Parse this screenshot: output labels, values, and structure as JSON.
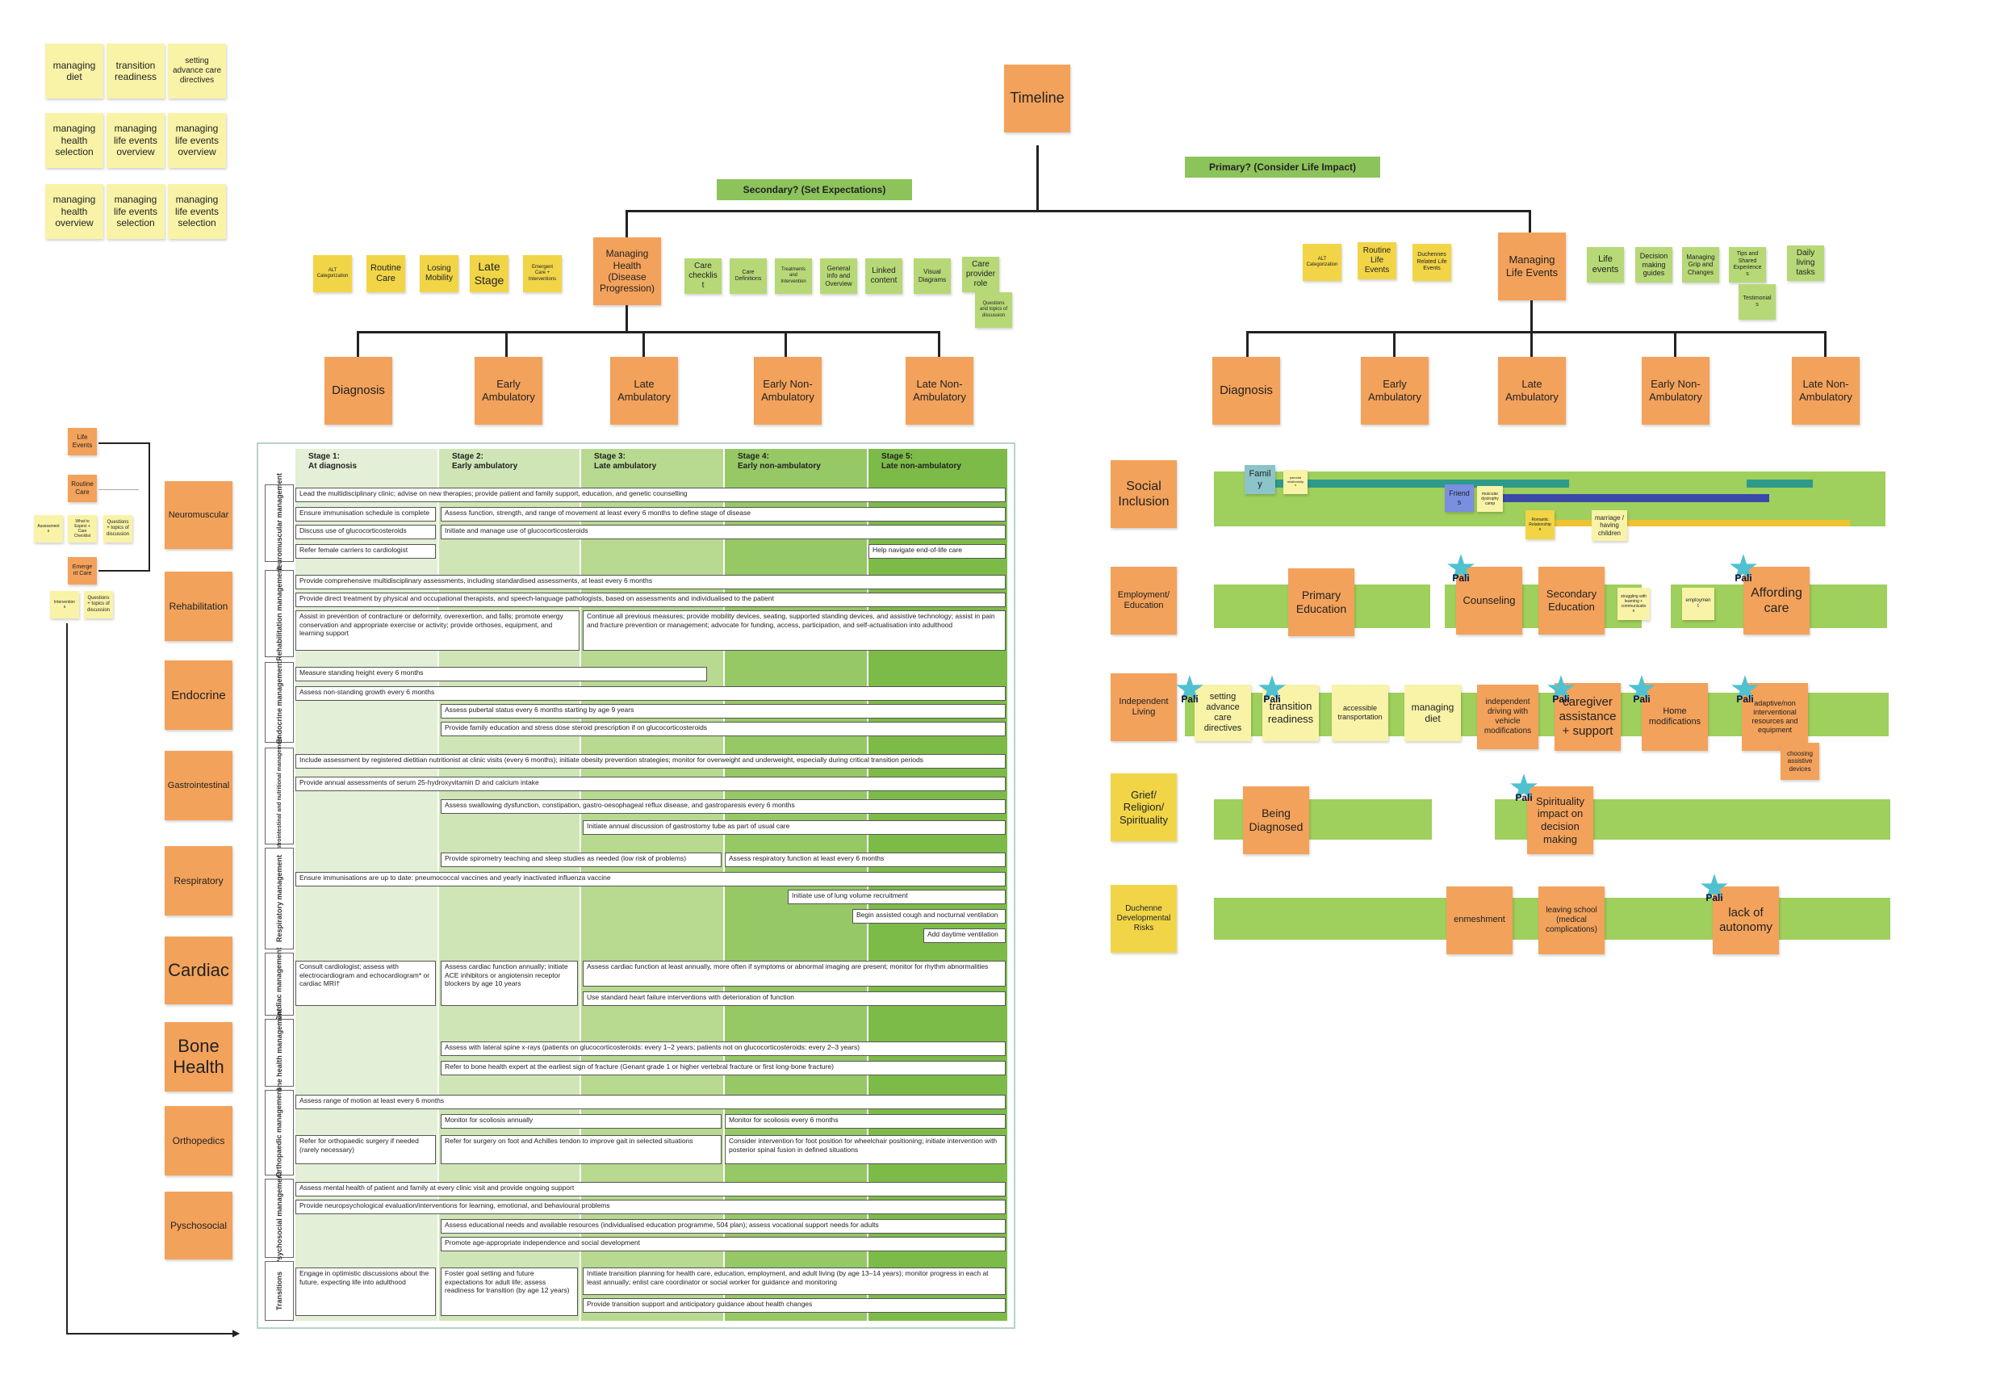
{
  "colors": {
    "sticky_yellow": "#f9f3a8",
    "sticky_gold": "#f1d547",
    "sticky_orange": "#f3a25b",
    "sticky_green": "#b7d877",
    "band_green": "#9fcf5c",
    "star_teal": "#4fc1d1"
  },
  "topleft": [
    "managing diet",
    "transition readiness",
    "setting advance care directives",
    "managing health selection",
    "managing life events overview",
    "managing life events overview",
    "managing health overview",
    "managing life events selection",
    "managing life events selection"
  ],
  "timeline": {
    "title": "Timeline",
    "secondary": "Secondary? (Set Expectations)",
    "primary": "Primary? (Consider Life Impact)"
  },
  "health": {
    "hub": "Managing Health (Disease Progression)",
    "left_yellow": [
      "ALT Categorization",
      "Routine Care",
      "Losing Mobility",
      "Late Stage",
      "Emergent Care + Interventions"
    ],
    "right_green": [
      "Care checklist",
      "Care Definitions",
      "Treatments and Intervention",
      "General info and Overview",
      "Linked content",
      "Visual Diagrams",
      "Care provider role",
      "Questions and topics of discussion"
    ],
    "stages": [
      "Diagnosis",
      "Early Ambulatory",
      "Late Ambulatory",
      "Early Non-Ambulatory",
      "Late Non-Ambulatory"
    ]
  },
  "life": {
    "hub": "Managing Life Events",
    "left_yellow": [
      "ALT Categorization",
      "Routine Life Events",
      "Duchennes Related Life Events"
    ],
    "right_green": [
      "Life events",
      "Decision making guides",
      "Managing Grip and Changes",
      "Tips and Shared Experiences",
      "Daily living tasks",
      "Testimonials"
    ],
    "stages": [
      "Diagnosis",
      "Early Ambulatory",
      "Late Ambulatory",
      "Early Non-Ambulatory",
      "Late Non-Ambulatory"
    ]
  },
  "leftflow": {
    "life": "Life Events",
    "routine": "Routine Care",
    "emergent": "Emergent Care",
    "assess": "Assessments",
    "what": "What to Expect + Care Checklist",
    "questions": "Questions + topics of discussion",
    "interv": "Interventions",
    "questions2": "Questions + topics of discussion"
  },
  "categories": [
    "Neuromuscular",
    "Rehabilitation",
    "Endocrine",
    "Gastrointestinal",
    "Respiratory",
    "Cardiac",
    "Bone Health",
    "Orthopedics",
    "Pyschosocial"
  ],
  "table": {
    "stages": [
      {
        "n": "Stage 1:",
        "d": "At diagnosis"
      },
      {
        "n": "Stage 2:",
        "d": "Early ambulatory"
      },
      {
        "n": "Stage 3:",
        "d": "Late ambulatory"
      },
      {
        "n": "Stage 4:",
        "d": "Early non-ambulatory"
      },
      {
        "n": "Stage 5:",
        "d": "Late non-ambulatory"
      }
    ],
    "sections": [
      "Neuromuscular management",
      "Rehabilitation management",
      "Endocrine management",
      "Gastrointestinal and nutritional management",
      "Respiratory management",
      "Cardiac management",
      "Bone health management",
      "Orthopaedic management",
      "Psychosocial management",
      "Transitions"
    ],
    "cells": [
      "Lead the multidisciplinary clinic; advise on new therapies; provide patient and family support, education, and genetic counselling",
      "Ensure immunisation schedule is complete",
      "Assess function, strength, and range of movement at least every 6 months to define stage of disease",
      "Discuss use of glucocorticosteroids",
      "Initiate and manage use of glucocorticosteroids",
      "Refer female carriers to cardiologist",
      "Help navigate end-of-life care",
      "Provide comprehensive multidisciplinary assessments, including standardised assessments, at least every 6 months",
      "Provide direct treatment by physical and occupational therapists, and speech-language pathologists, based on assessments and individualised to the patient",
      "Assist in prevention of contracture or deformity, overexertion, and falls; promote energy conservation and appropriate exercise or activity; provide orthoses, equipment, and learning support",
      "Continue all previous measures; provide mobility devices, seating, supported standing devices, and assistive technology; assist in pain and fracture prevention or management; advocate for funding, access, participation, and self-actualisation into adulthood",
      "Measure standing height every 6 months",
      "Assess non-standing growth every 6 months",
      "Assess pubertal status every 6 months starting by age 9 years",
      "Provide family education and stress dose steroid prescription if on glucocorticosteroids",
      "Include assessment by registered dietitian nutritionist at clinic visits (every 6 months); initiate obesity prevention strategies; monitor for overweight and underweight, especially during critical transition periods",
      "Provide annual assessments of serum 25-hydroxyvitamin D and calcium intake",
      "Assess swallowing dysfunction, constipation, gastro-oesophageal reflux disease, and gastroparesis every 6 months",
      "Initiate annual discussion of gastrostomy tube as part of usual care",
      "Provide spirometry teaching and sleep studies as needed (low risk of problems)",
      "Assess respiratory function at least every 6 months",
      "Ensure immunisations are up to date: pneumococcal vaccines and yearly inactivated influenza vaccine",
      "Initiate use of lung volume recruitment",
      "Begin assisted cough and nocturnal ventilation",
      "Add daytime ventilation",
      "Consult cardiologist; assess with electrocardiogram and echocardiogram* or cardiac MRI†",
      "Assess cardiac function annually; initiate ACE inhibitors or angiotensin receptor blockers by age 10 years",
      "Assess cardiac function at least annually, more often if symptoms or abnormal imaging are present; monitor for rhythm abnormalities",
      "Use standard heart failure interventions with deterioration of function",
      "Assess with lateral spine x-rays (patients on glucocorticosteroids: every 1–2 years; patients not on glucocorticosteroids: every 2–3 years)",
      "Refer to bone health expert at the earliest sign of fracture (Genant grade 1 or higher vertebral fracture or first long-bone fracture)",
      "Assess range of motion at least every 6 months",
      "Monitor for scoliosis annually",
      "Monitor for scoliosis every 6 months",
      "Refer for orthopaedic surgery if needed (rarely necessary)",
      "Refer for surgery on foot and Achilles tendon to improve gait in selected situations",
      "Consider intervention for foot position for wheelchair positioning; initiate intervention with posterior spinal fusion in defined situations",
      "Assess mental health of patient and family at every clinic visit and provide ongoing support",
      "Provide neuropsychological evaluation/interventions for learning, emotional, and behavioural problems",
      "Assess educational needs and available resources (individualised education programme, 504 plan); assess vocational support needs for adults",
      "Promote age-appropriate independence and social development",
      "Engage in optimistic discussions about the future, expecting life into adulthood",
      "Foster goal setting and future expectations for adult life; assess readiness for transition (by age 12 years)",
      "Initiate transition planning for health care, education, employment, and adult living (by age 13–14 years); monitor progress in each at least annually; enlist care coordinator or social worker for guidance and monitoring",
      "Provide transition support and anticipatory guidance about health changes"
    ]
  },
  "rows": {
    "labels": [
      "Social Inclusion",
      "Employment/ Education",
      "Independent Living",
      "Grief/ Religion/ Spirituality",
      "Duchenne Developmental Risks"
    ],
    "social": [
      "Family",
      "parental relationships",
      "Friends",
      "muscular dystrophy camp",
      "Romantic Relationships",
      "marriage / having children"
    ],
    "employment": [
      "Primary Education",
      "Counseling",
      "Secondary Education",
      "struggling with learning + communication",
      "employment",
      "Affording care"
    ],
    "living": [
      "setting advance care directives",
      "transition readiness",
      "accessible transportation",
      "managing diet",
      "independent driving with vehicle modifications",
      "caregiver assistance + support",
      "Home modifications",
      "adaptive/non interventional resources and equipment",
      "choosing assistive devices"
    ],
    "grief": [
      "Being Diagnosed",
      "Spirituality impact on decision making"
    ],
    "risks": [
      "enmeshment",
      "leaving school (medical complications)",
      "lack of autonomy"
    ],
    "star_label": "Pali"
  }
}
